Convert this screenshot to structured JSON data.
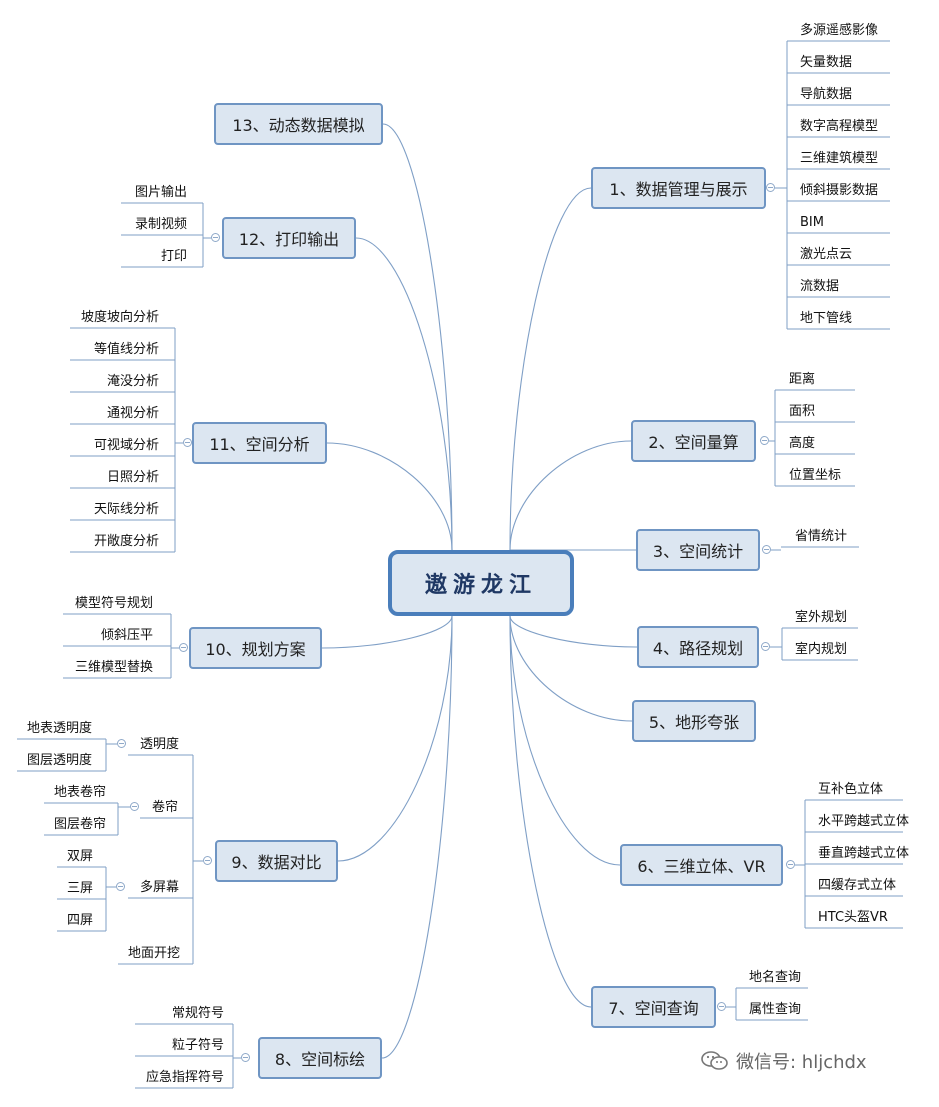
{
  "root": "遨游龙江",
  "topics": {
    "t1": "1、数据管理与展示",
    "t2": "2、空间量算",
    "t3": "3、空间统计",
    "t4": "4、路径规划",
    "t5": "5、地形夸张",
    "t6": "6、三维立体、VR",
    "t7": "7、空间查询",
    "t8": "8、空间标绘",
    "t9": "9、数据对比",
    "t10": "10、规划方案",
    "t11": "11、空间分析",
    "t12": "12、打印输出",
    "t13": "13、动态数据模拟"
  },
  "t1_items": [
    "多源遥感影像",
    "矢量数据",
    "导航数据",
    "数字高程模型",
    "三维建筑模型",
    "倾斜摄影数据",
    "BIM",
    "激光点云",
    "流数据",
    "地下管线"
  ],
  "t2_items": [
    "距离",
    "面积",
    "高度",
    "位置坐标"
  ],
  "t3_items": [
    "省情统计"
  ],
  "t4_items": [
    "室外规划",
    "室内规划"
  ],
  "t6_items": [
    "互补色立体",
    "水平跨越式立体",
    "垂直跨越式立体",
    "四缓存式立体",
    "HTC头盔VR"
  ],
  "t7_items": [
    "地名查询",
    "属性查询"
  ],
  "t8_items": [
    "常规符号",
    "粒子符号",
    "应急指挥符号"
  ],
  "t9_groups": [
    "透明度",
    "卷帘",
    "多屏幕",
    "地面开挖"
  ],
  "t9_transparency": [
    "地表透明度",
    "图层透明度"
  ],
  "t9_curtain": [
    "地表卷帘",
    "图层卷帘"
  ],
  "t9_screens": [
    "双屏",
    "三屏",
    "四屏"
  ],
  "t10_items": [
    "模型符号规划",
    "倾斜压平",
    "三维模型替换"
  ],
  "t11_items": [
    "坡度坡向分析",
    "等值线分析",
    "淹没分析",
    "通视分析",
    "可视域分析",
    "日照分析",
    "天际线分析",
    "开敞度分析"
  ],
  "t12_items": [
    "图片输出",
    "录制视频",
    "打印"
  ],
  "watermark": "微信号: hljchdx",
  "colors": {
    "topic_fill": "#dce6f1",
    "topic_border": "#6f95c3",
    "root_border": "#4a7ebb",
    "line": "#7f9fc6"
  }
}
